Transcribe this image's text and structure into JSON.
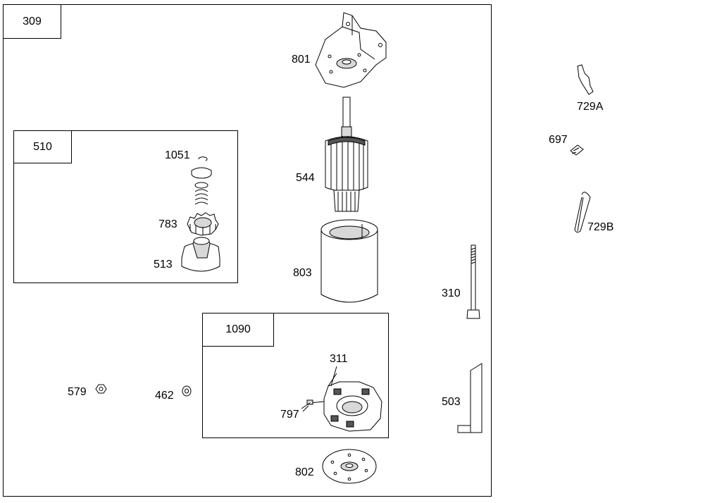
{
  "diagram": {
    "assembly_number": "309",
    "subassemblies": [
      {
        "number": "510",
        "parts": [
          "1051",
          "783",
          "513"
        ]
      },
      {
        "number": "1090",
        "parts": [
          "311",
          "797"
        ]
      }
    ],
    "part_labels": {
      "p801": "801",
      "p544": "544",
      "p803": "803",
      "p802": "802",
      "p1051": "1051",
      "p783": "783",
      "p513": "513",
      "p311": "311",
      "p797": "797",
      "p579": "579",
      "p462": "462",
      "p310": "310",
      "p503": "503",
      "p729A": "729A",
      "p697": "697",
      "p729B": "729B"
    }
  }
}
